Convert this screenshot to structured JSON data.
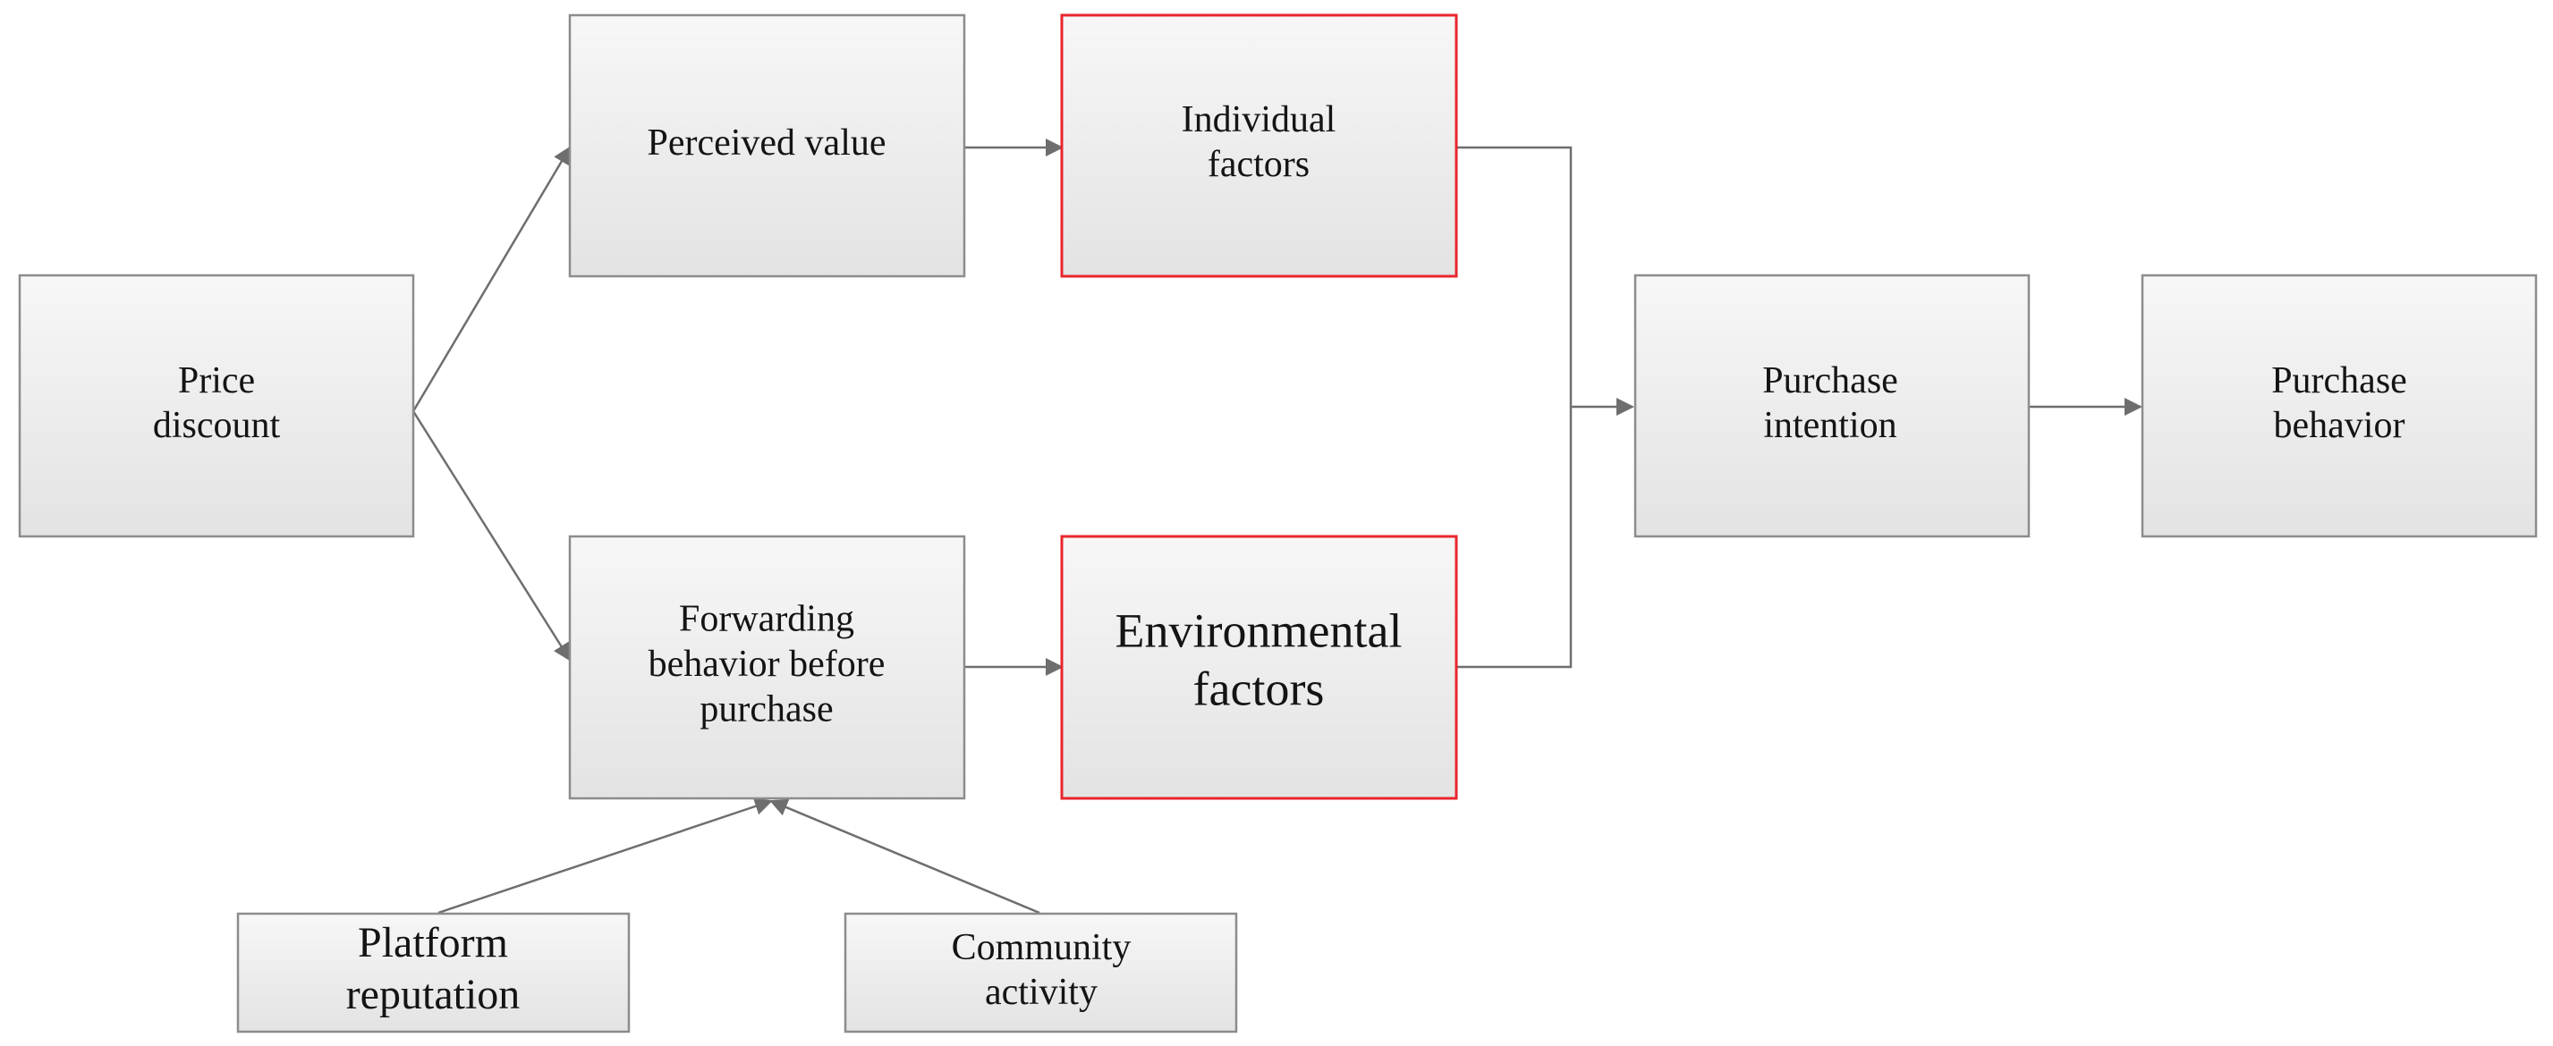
{
  "nodes": {
    "price_discount": {
      "lines": [
        "Price",
        "discount"
      ]
    },
    "perceived_value": {
      "lines": [
        "Perceived value"
      ]
    },
    "forwarding_behavior": {
      "lines": [
        "Forwarding",
        "behavior before",
        "purchase"
      ]
    },
    "individual_factors": {
      "lines": [
        "Individual",
        "factors"
      ]
    },
    "environmental_factors": {
      "lines": [
        "Environmental",
        "factors"
      ]
    },
    "purchase_intention": {
      "lines": [
        "Purchase",
        "intention"
      ]
    },
    "purchase_behavior": {
      "lines": [
        "Purchase",
        "behavior"
      ]
    },
    "platform_reputation": {
      "lines": [
        "Platform",
        "reputation"
      ]
    },
    "community_activity": {
      "lines": [
        "Community",
        "activity"
      ]
    }
  },
  "edges": [
    {
      "from": "price_discount",
      "to": "perceived_value"
    },
    {
      "from": "price_discount",
      "to": "forwarding_behavior"
    },
    {
      "from": "perceived_value",
      "to": "individual_factors"
    },
    {
      "from": "forwarding_behavior",
      "to": "environmental_factors"
    },
    {
      "from": "individual_factors",
      "to": "purchase_intention"
    },
    {
      "from": "environmental_factors",
      "to": "purchase_intention"
    },
    {
      "from": "purchase_intention",
      "to": "purchase_behavior"
    },
    {
      "from": "platform_reputation",
      "to": "forwarding_behavior"
    },
    {
      "from": "community_activity",
      "to": "forwarding_behavior"
    }
  ],
  "colors": {
    "box_border": "#8c8c8c",
    "highlight_border": "#e8262e",
    "box_fill_top": "#f7f7f7",
    "box_fill_bottom": "#e3e3e3",
    "arrow": "#6e6e6e",
    "text": "#141414"
  }
}
